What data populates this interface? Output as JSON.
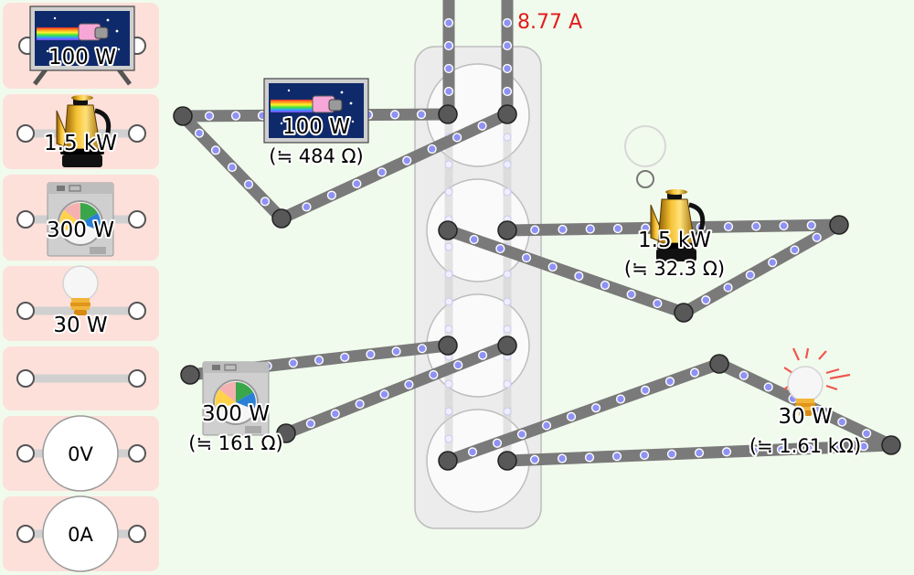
{
  "palette": {
    "tv": {
      "label": "100 W",
      "icon": "nyan-tv-icon"
    },
    "kettle": {
      "label": "1.5 kW",
      "icon": "kettle-icon"
    },
    "washer": {
      "label": "300 W",
      "icon": "washing-machine-icon"
    },
    "bulb": {
      "label": "30 W",
      "icon": "light-bulb-icon"
    },
    "wire": {
      "icon": "wire-icon"
    },
    "voltmeter": {
      "label": "0V",
      "icon": "voltmeter-icon"
    },
    "ammeter": {
      "label": "0A",
      "icon": "ammeter-icon"
    }
  },
  "power_strip": {
    "current": "8.77 A",
    "current_color": "#e21b1b",
    "sockets": 4
  },
  "circuit": {
    "tv": {
      "power": "100 W",
      "resistance": "(≒ 484 Ω)"
    },
    "kettle": {
      "power": "1.5 kW",
      "resistance": "(≒ 32.3 Ω)"
    },
    "washer": {
      "power": "300 W",
      "resistance": "(≒ 161 Ω)"
    },
    "bulb": {
      "power": "30 W",
      "resistance": "(≒ 1.61 kΩ)",
      "state": "lit"
    }
  },
  "colors": {
    "wire": "#7a7a7a",
    "electron": "#8f92f5",
    "terminal": "#585858",
    "palette_bg": "#fde0da",
    "background": "#f1fbed"
  }
}
